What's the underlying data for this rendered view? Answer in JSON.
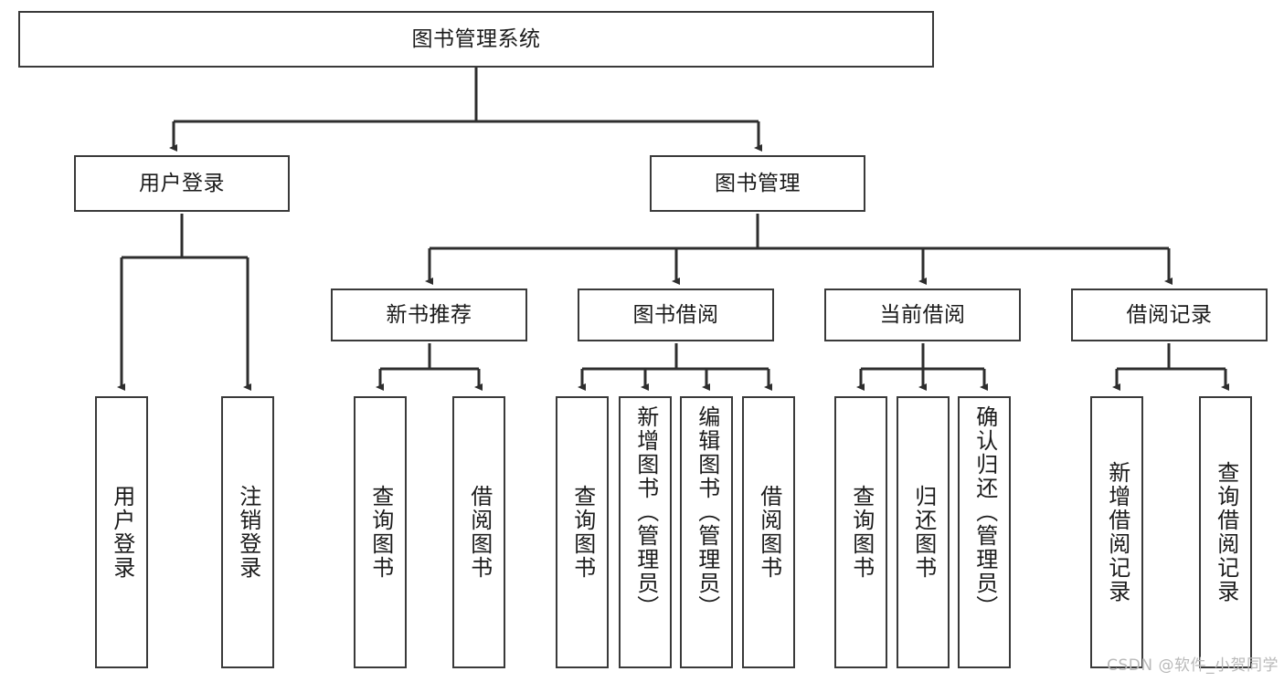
{
  "diagram": {
    "title": "图书管理系统",
    "type": "tree",
    "colors": {
      "node_border": "#3a3a3a",
      "node_fill": "#ffffff",
      "edge": "#2e2e2e",
      "text": "#1b1b1b",
      "watermark": "#b9b9b9",
      "background": "#ffffff"
    },
    "root": {
      "label": "图书管理系统"
    },
    "level2": [
      {
        "id": "user-login",
        "label": "用户登录"
      },
      {
        "id": "book-manage",
        "label": "图书管理"
      }
    ],
    "level3": [
      {
        "id": "new-book-recommend",
        "label": "新书推荐",
        "parent": "book-manage"
      },
      {
        "id": "book-borrow",
        "label": "图书借阅",
        "parent": "book-manage"
      },
      {
        "id": "current-borrow",
        "label": "当前借阅",
        "parent": "book-manage"
      },
      {
        "id": "borrow-record",
        "label": "借阅记录",
        "parent": "book-manage"
      }
    ],
    "leaves": [
      {
        "id": "leaf-user-login",
        "label": "用户登录",
        "parent": "user-login"
      },
      {
        "id": "leaf-user-logout",
        "label": "注销登录",
        "parent": "user-login"
      },
      {
        "id": "leaf-query-book-1",
        "label": "查询图书",
        "parent": "new-book-recommend"
      },
      {
        "id": "leaf-borrow-book-1",
        "label": "借阅图书",
        "parent": "new-book-recommend"
      },
      {
        "id": "leaf-query-book-2",
        "label": "查询图书",
        "parent": "book-borrow"
      },
      {
        "id": "leaf-add-book",
        "label": "新增图书（管理员）",
        "parent": "book-borrow"
      },
      {
        "id": "leaf-edit-book",
        "label": "编辑图书（管理员）",
        "parent": "book-borrow"
      },
      {
        "id": "leaf-borrow-book-2",
        "label": "借阅图书",
        "parent": "book-borrow"
      },
      {
        "id": "leaf-query-book-3",
        "label": "查询图书",
        "parent": "current-borrow"
      },
      {
        "id": "leaf-return-book",
        "label": "归还图书",
        "parent": "current-borrow"
      },
      {
        "id": "leaf-confirm-return",
        "label": "确认归还（管理员）",
        "parent": "current-borrow"
      },
      {
        "id": "leaf-add-record",
        "label": "新增借阅记录",
        "parent": "borrow-record"
      },
      {
        "id": "leaf-query-record",
        "label": "查询借阅记录",
        "parent": "borrow-record"
      }
    ],
    "watermark": "CSDN @软件_小贺同学"
  }
}
